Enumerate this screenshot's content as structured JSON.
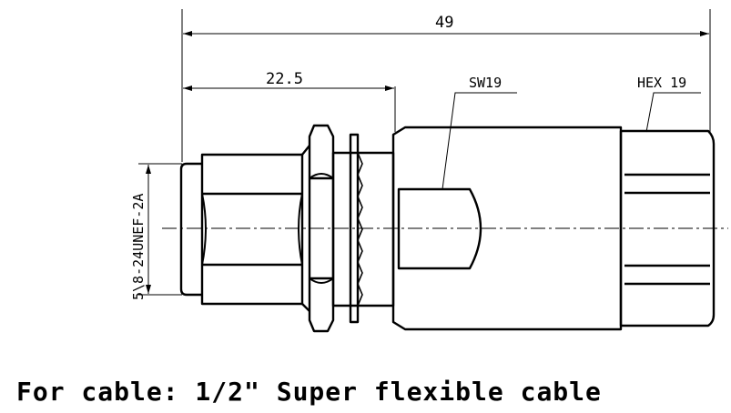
{
  "dimensions": {
    "overall_length": "49",
    "body_length": "22.5",
    "wrench_label": "SW19",
    "hex_label": "HEX 19",
    "thread_spec": "5\\8-24UNEF-2A"
  },
  "caption": "For cable: 1/2\" Super flexible cable"
}
